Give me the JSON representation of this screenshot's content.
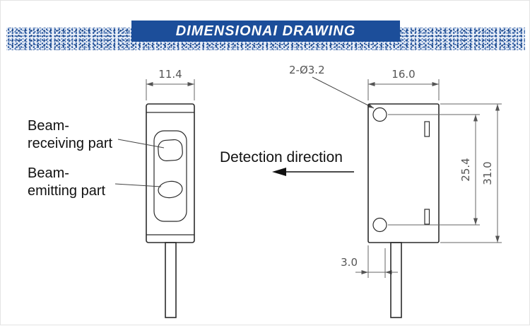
{
  "header": {
    "title": "DIMENSIONAI DRAWING"
  },
  "front_view": {
    "width_dim": "11.4",
    "receiving_label_line1": "Beam-",
    "receiving_label_line2": "receiving part",
    "emitting_label_line1": "Beam-",
    "emitting_label_line2": "emitting part"
  },
  "center": {
    "detection_direction": "Detection direction"
  },
  "side_view": {
    "hole_dim": "2-Ø3.2",
    "top_width_dim": "16.0",
    "hole_pitch_dim": "25.4",
    "height_dim": "31.0",
    "bottom_offset_dim": "3.0"
  },
  "colors": {
    "banner_blue": "#1c4e9a",
    "outline_dark": "#2b2b2b",
    "dimension_gray": "#555555"
  }
}
